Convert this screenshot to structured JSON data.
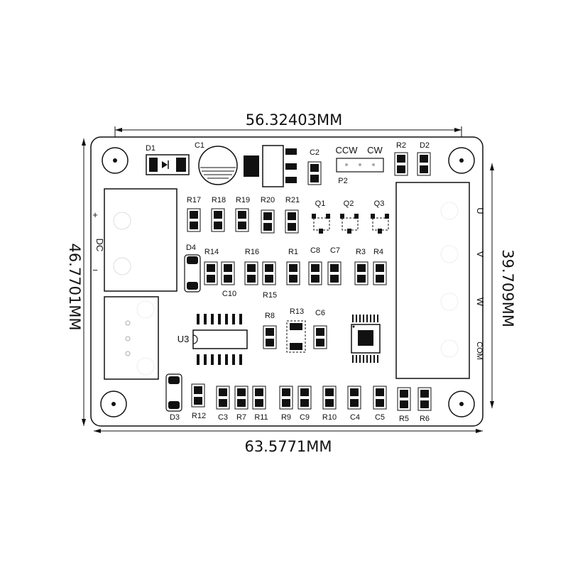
{
  "dimensions": {
    "top": "56.32403MM",
    "bottom": "63.5771MM",
    "left": "46.7701MM",
    "right": "39.709MM"
  },
  "connectors": {
    "dc_label": "DC",
    "dc_plus": "+",
    "dc_minus": "−",
    "p2": "P2",
    "ccw": "CCW",
    "cw": "CW",
    "right_pins": [
      "U",
      "V",
      "W",
      "COM"
    ]
  },
  "components": {
    "D1": "D1",
    "C1": "C1",
    "C2": "C2",
    "R2": "R2",
    "D2": "D2",
    "R17": "R17",
    "R18": "R18",
    "R19": "R19",
    "R20": "R20",
    "R21": "R21",
    "Q1": "Q1",
    "Q2": "Q2",
    "Q3": "Q3",
    "D4": "D4",
    "R14": "R14",
    "R16": "R16",
    "R1": "R1",
    "C8": "C8",
    "C7": "C7",
    "R3": "R3",
    "R4": "R4",
    "C10": "C10",
    "R15": "R15",
    "R8": "R8",
    "R13": "R13",
    "C6": "C6",
    "U3": "U3",
    "D3": "D3",
    "R12": "R12",
    "C3": "C3",
    "R7": "R7",
    "R11": "R11",
    "R9": "R9",
    "C9": "C9",
    "R10": "R10",
    "C4": "C4",
    "C5": "C5",
    "R5": "R5",
    "R6": "R6"
  }
}
